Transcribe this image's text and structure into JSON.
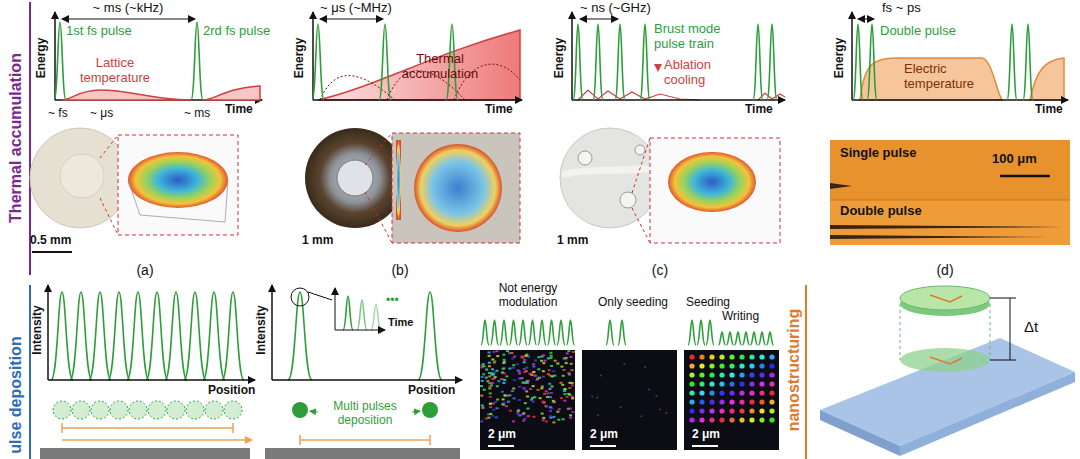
{
  "diagram": {
    "labels": [
      "~ ms (~kHz)",
      "1st fs pulse",
      "2rd fs pulse",
      "Energy",
      "Lattice temperature",
      "Time",
      "~ fs",
      "~ μs",
      "~ ms",
      "0.5 mm",
      "(a)",
      "~ μs (~MHz)",
      "Energy",
      "Thermal accumulation",
      "Time",
      "1 mm",
      "(b)",
      "~ ns (~GHz)",
      "Energy",
      "Brust mode pulse train",
      "Ablation cooling",
      "Time",
      "1 mm",
      "(c)",
      "fs ~ ps",
      "Energy",
      "Double pulse",
      "Electric temperature",
      "Time",
      "Single pulse",
      "100 μm",
      "Double pulse",
      "(d)",
      "Thermal accumulation",
      "ulse deposition",
      "Intensity",
      "Position",
      "Intensity",
      "Time",
      "Position",
      "Multi pulses deposition",
      "Not energy modulation",
      "Only seeding",
      "Seeding",
      "Writing",
      "2 μm",
      "2 μm",
      "2 μm",
      "nanostructuring",
      "Δt"
    ]
  }
}
